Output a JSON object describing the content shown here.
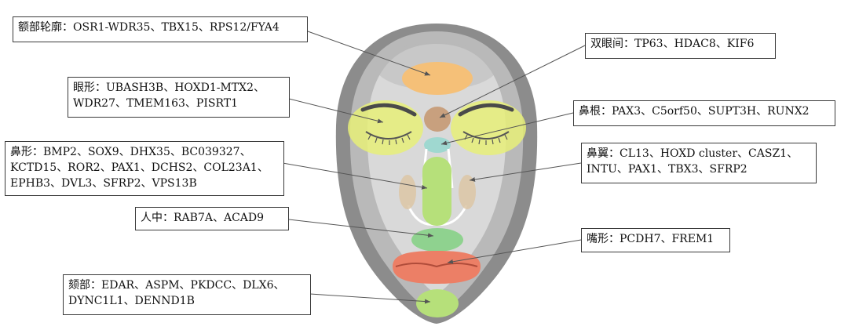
{
  "labels": {
    "forehead": {
      "lines": [
        "额部轮廓：OSR1-WDR35、TBX15、RPS12/FYA4"
      ]
    },
    "interocular": {
      "lines": [
        "双眼间：TP63、HDAC8、KIF6"
      ]
    },
    "eye_shape": {
      "lines": [
        "眼形：UBASH3B、HOXD1-MTX2、",
        "WDR27、TMEM163、PISRT1"
      ]
    },
    "nasal_root": {
      "lines": [
        "鼻根：PAX3、C5orf50、SUPT3H、RUNX2"
      ]
    },
    "nose_shape": {
      "lines": [
        "鼻形：BMP2、SOX9、DHX35、BC039327、",
        "KCTD15、ROR2、PAX1、DCHS2、COL23A1、",
        "EPHB3、DVL3、SFRP2、VPS13B"
      ]
    },
    "nasal_ala": {
      "lines": [
        "鼻翼：CL13、HOXD cluster、CASZ1、",
        "INTU、PAX1、TBX3、SFRP2"
      ]
    },
    "philtrum": {
      "lines": [
        "人中：RAB7A、ACAD9"
      ]
    },
    "mouth_shape": {
      "lines": [
        "嘴形：PCDH7、FREM1"
      ]
    },
    "chin": {
      "lines": [
        "颏部：EDAR、ASPM、PKDCC、DLX6、",
        "DYNC1L1、DENND1B"
      ]
    }
  },
  "colors": {
    "face_outer": "#8c8c8c",
    "face_mid": "#b9b9b9",
    "face_inner": "#d9d9d9",
    "forehead_region": "#f5c078",
    "eye_region": "#e6ee78",
    "interocular_region": "#c8a07e",
    "nasal_root_region": "#9fd8d0",
    "nose_region": "#b6e07a",
    "nasal_ala_region": "#dcc6a4",
    "philtrum_region": "#8fd28f",
    "mouth_region": "#ec7f66",
    "chin_region": "#b6e07a"
  }
}
